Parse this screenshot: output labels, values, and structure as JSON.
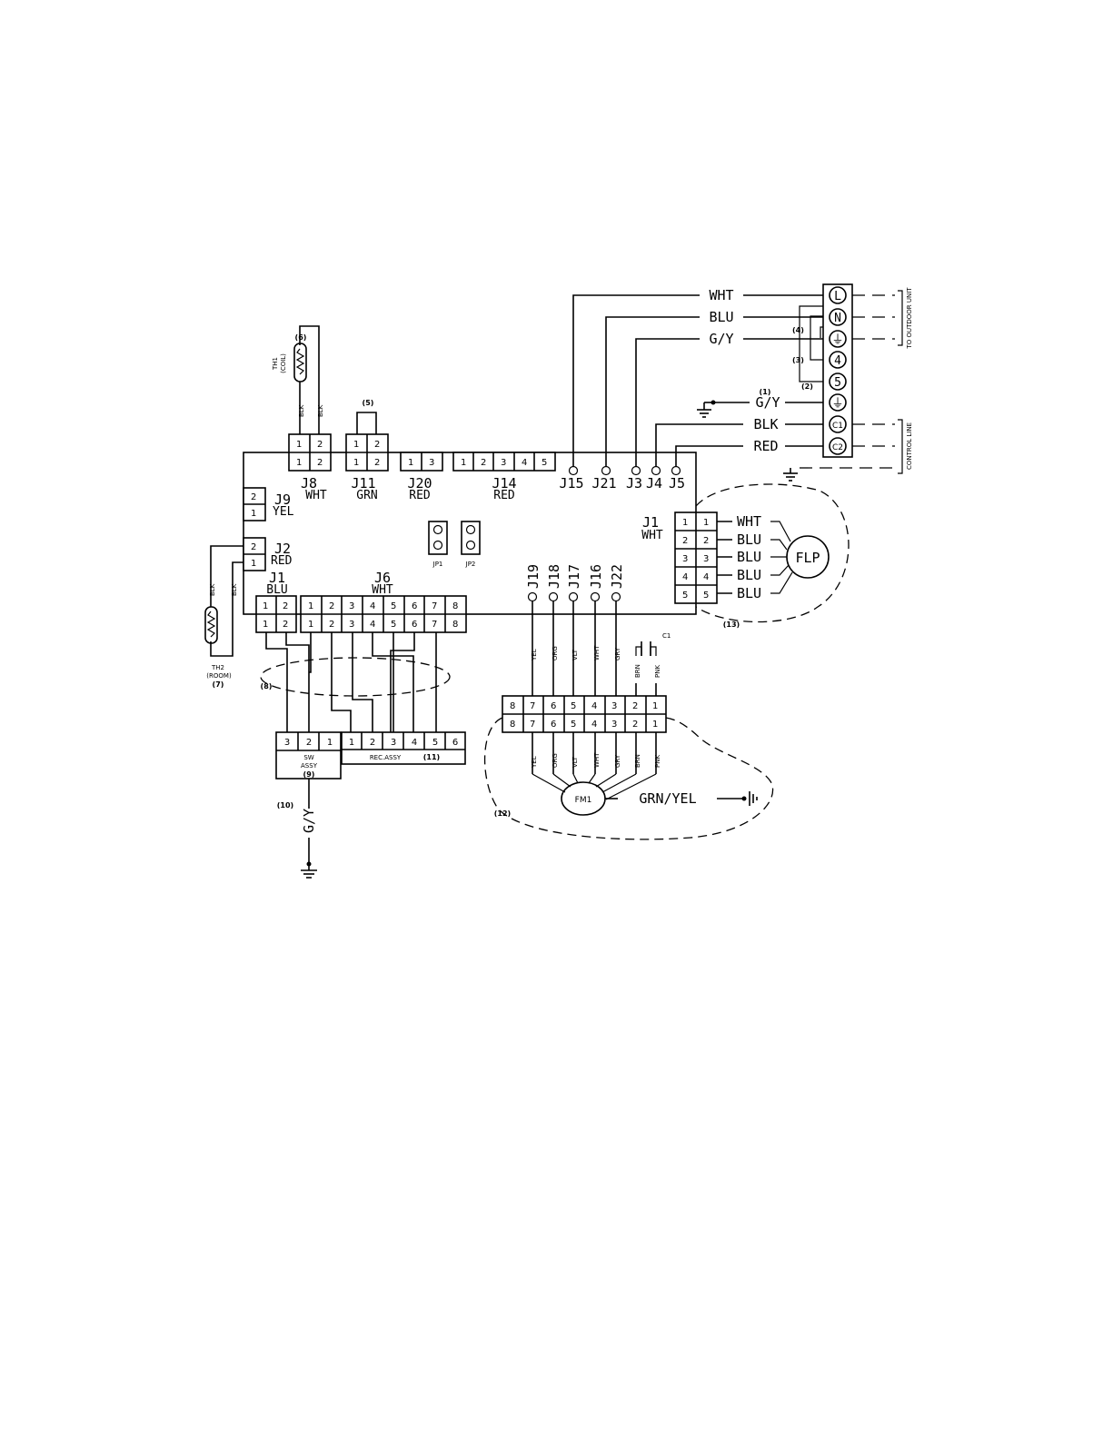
{
  "board_connectors": {
    "j8": {
      "name": "J8",
      "color": "WHT"
    },
    "j11": {
      "name": "J11",
      "color": "GRN"
    },
    "j20": {
      "name": "J20",
      "color": "RED"
    },
    "j14": {
      "name": "J14",
      "color": "RED"
    },
    "j9": {
      "name": "J9",
      "color": "YEL"
    },
    "j2": {
      "name": "J2",
      "color": "RED"
    },
    "j1blu": {
      "name": "J1",
      "color": "BLU"
    },
    "j6": {
      "name": "J6",
      "color": "WHT"
    },
    "j1wht": {
      "name": "J1",
      "color": "WHT"
    }
  },
  "top_terminals": [
    "J15",
    "J21",
    "J3",
    "J4",
    "J5"
  ],
  "bottom_terminals": [
    "J19",
    "J18",
    "J17",
    "J16",
    "J22"
  ],
  "jumpers": [
    "JP1",
    "JP2"
  ],
  "power_wires": {
    "wht": "WHT",
    "blu": "BLU",
    "gy": "G/Y",
    "gy2": "G/Y",
    "blk": "BLK",
    "red": "RED"
  },
  "terminal_block": [
    "L",
    "N",
    "⏚",
    "4",
    "5",
    "⏚",
    "C1",
    "C2"
  ],
  "right_labels": {
    "outdoor": "TO OUTDOOR UNIT",
    "control": "CONTROL LINE"
  },
  "refs": {
    "r1": "(1)",
    "r2": "(2)",
    "r3": "(3)",
    "r4": "(4)",
    "r5": "(5)",
    "r6": "(6)",
    "r7": "(7)",
    "r8": "(8)",
    "r9": "(9)",
    "r10": "(10)",
    "r11": "(11)",
    "r12": "(12)",
    "r13": "(13)"
  },
  "thermistors": {
    "th1": "TH1",
    "th1_sub": "(COIL)",
    "th2": "TH2",
    "th2_sub": "(ROOM)",
    "wire": "BLK"
  },
  "flp": {
    "label": "FLP",
    "wires": [
      "WHT",
      "BLU",
      "BLU",
      "BLU",
      "BLU"
    ]
  },
  "fm": {
    "label": "FM1",
    "ground": "GRN/YEL",
    "capacitor": "C1",
    "wires": [
      "YEL",
      "ORG",
      "VLT",
      "WHT",
      "GRY",
      "BRN",
      "PNK"
    ]
  },
  "sw_assy": {
    "line1": "SW",
    "line2": "ASSY",
    "pins": [
      "3",
      "2",
      "1"
    ]
  },
  "rec_assy": {
    "label": "REC.ASSY",
    "pins": [
      "1",
      "2",
      "3",
      "4",
      "5",
      "6"
    ]
  },
  "ground_label": "G/Y"
}
